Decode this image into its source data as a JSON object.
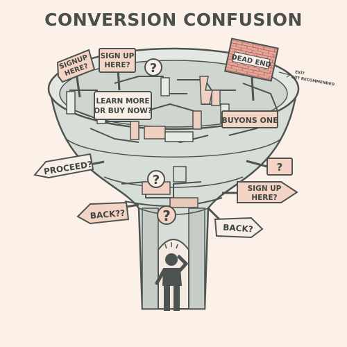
{
  "title": "CONVERSION CONFUSION",
  "signs": {
    "signup_left": [
      "SIGNUP",
      "HERE?"
    ],
    "signup_top": [
      "SIGN UP",
      "HERE?"
    ],
    "dead_end": "DEAD END",
    "exit_note": [
      "EXIT",
      "CUT RECOMMENDED"
    ],
    "learn_more": [
      "LEARN MORE",
      "OR BUY NOW?"
    ],
    "buyons": "BUYONS ONE",
    "proceed": "PROCEED?",
    "right_question": "?",
    "signup_right": [
      "SIGN UP",
      "HERE?"
    ],
    "back_left": "BACK??",
    "back_right": "BACK?",
    "question_mark": "?"
  },
  "colors": {
    "background": "#fbf1e8",
    "funnel_light": "#e4e8e2",
    "funnel_mid": "#ccd3cd",
    "outline": "#4d5350",
    "sign_pink": "#f4d4c4",
    "sign_white": "#f7efe6",
    "brick": "#e6a79a",
    "person": "#4d5350"
  },
  "icons": [
    "question-mark-icon",
    "confused-person-icon",
    "brick-wall-icon"
  ]
}
